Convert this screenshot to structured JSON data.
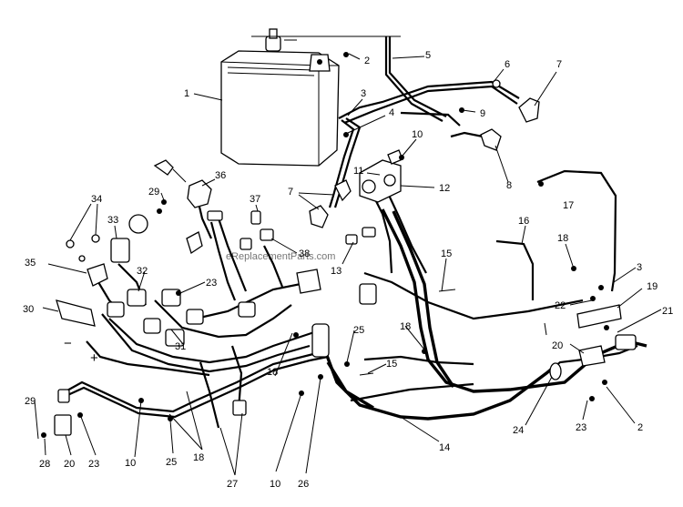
{
  "watermark": "eReplacementParts.com",
  "callouts": [
    {
      "text": "1"
    },
    {
      "text": "2"
    },
    {
      "text": "3"
    },
    {
      "text": "4"
    },
    {
      "text": "5"
    },
    {
      "text": "6"
    },
    {
      "text": "7"
    },
    {
      "text": "8"
    },
    {
      "text": "9"
    },
    {
      "text": "10"
    },
    {
      "text": "11"
    },
    {
      "text": "12"
    },
    {
      "text": "7"
    },
    {
      "text": "36"
    },
    {
      "text": "29"
    },
    {
      "text": "34"
    },
    {
      "text": "33"
    },
    {
      "text": "37"
    },
    {
      "text": "38"
    },
    {
      "text": "13"
    },
    {
      "text": "15"
    },
    {
      "text": "16"
    },
    {
      "text": "17"
    },
    {
      "text": "18"
    },
    {
      "text": "3"
    },
    {
      "text": "35"
    },
    {
      "text": "32"
    },
    {
      "text": "23"
    },
    {
      "text": "22"
    },
    {
      "text": "19"
    },
    {
      "text": "21"
    },
    {
      "text": "30"
    },
    {
      "text": "31"
    },
    {
      "text": "25"
    },
    {
      "text": "18"
    },
    {
      "text": "20"
    },
    {
      "text": "15"
    },
    {
      "text": "18"
    },
    {
      "text": "29"
    },
    {
      "text": "24"
    },
    {
      "text": "23"
    },
    {
      "text": "2"
    },
    {
      "text": "14"
    },
    {
      "text": "10"
    },
    {
      "text": "25"
    },
    {
      "text": "18"
    },
    {
      "text": "27"
    },
    {
      "text": "10"
    },
    {
      "text": "26"
    },
    {
      "text": "28"
    },
    {
      "text": "20"
    },
    {
      "text": "23"
    }
  ],
  "symbols": [
    {
      "text": "+"
    },
    {
      "text": "−"
    }
  ]
}
